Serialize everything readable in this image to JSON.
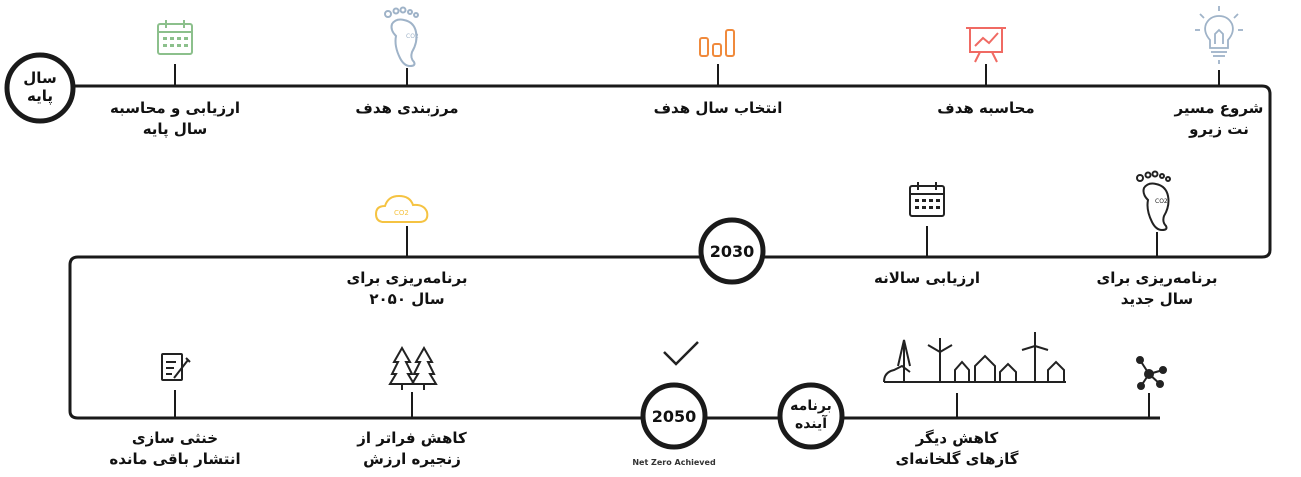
{
  "milestones": {
    "base_year": {
      "line1": "سال",
      "line2": "پایه"
    },
    "y2030": "2030",
    "y2050": "2050",
    "future": {
      "line1": "برنامه",
      "line2": "آینده"
    },
    "net_zero": "Net Zero Achieved"
  },
  "steps_row1": [
    {
      "line1": "شروع مسیر",
      "line2": "نت زیرو",
      "icon": "lightbulb-icon"
    },
    {
      "line1": "محاسبه هدف",
      "line2": "",
      "icon": "presentation-chart-icon"
    },
    {
      "line1": "انتخاب سال هدف",
      "line2": "",
      "icon": "bar-chart-icon"
    },
    {
      "line1": "مرزبندی هدف",
      "line2": "",
      "icon": "co2-footprint-icon"
    },
    {
      "line1": "ارزیابی و محاسبه",
      "line2": "سال پایه",
      "icon": "calendar-icon"
    }
  ],
  "steps_row2": [
    {
      "line1": "برنامه‌ریزی برای",
      "line2": "سال جدید",
      "icon": "co2-footprint-icon"
    },
    {
      "line1": "ارزیابی سالانه",
      "line2": "",
      "icon": "calendar-icon"
    },
    {
      "line1": "برنامه‌ریزی برای",
      "line2": "سال ۲۰۵۰",
      "icon": "co2-cloud-icon"
    }
  ],
  "steps_row3": [
    {
      "line1": "کاهش دیگر",
      "line2": "گازهای گلخانه‌ای",
      "icon": "wind-turbine-town-icon"
    },
    {
      "line1": "کاهش فراتر از",
      "line2": "زنجیره ارزش",
      "icon": "trees-icon"
    },
    {
      "line1": "خنثی سازی",
      "line2": "انتشار باقی مانده",
      "icon": "document-edit-icon"
    }
  ],
  "extra_icons": {
    "network": "network-nodes-icon",
    "check": "checkmark-icon"
  },
  "colors": {
    "line": "#1a1a1a",
    "green": "#8cc08c",
    "blue_gray": "#9fb3c8",
    "orange": "#f08a3c",
    "red": "#f06a63",
    "yellow": "#f5c342",
    "dark": "#222222"
  }
}
